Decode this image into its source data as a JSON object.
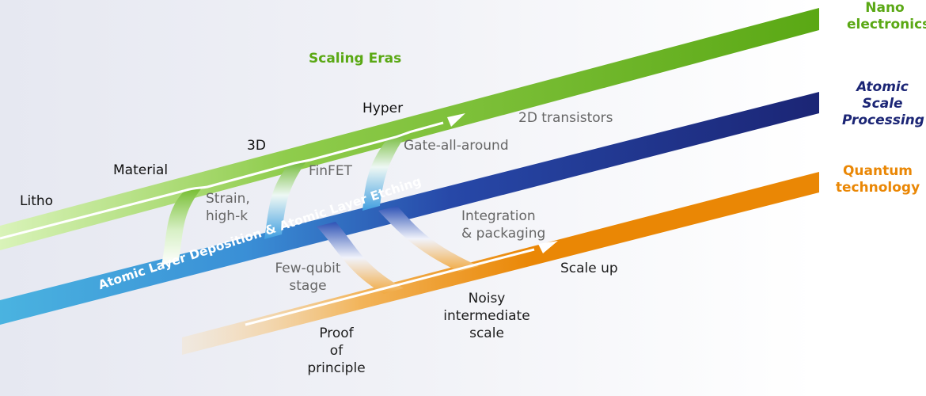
{
  "title": "Scaling Eras",
  "tracks": {
    "nano": "Nano\nelectronics",
    "atomic": "Atomic\nScale\nProcessing",
    "quantum": "Quantum\ntechnology"
  },
  "band_label": "Atomic Layer Deposition & Atomic Layer Etching",
  "eras": [
    "Litho",
    "Material",
    "3D",
    "Hyper"
  ],
  "technologies": {
    "strain": "Strain,\nhigh-k",
    "finfet": "FinFET",
    "gaa": "Gate-all-around",
    "transistors2d": "2D transistors",
    "integration": "Integration\n& packaging",
    "fewqubit": "Few-qubit\nstage"
  },
  "quantum_stages": {
    "proof": "Proof\nof\nprinciple",
    "noisy": "Noisy\nintermediate\nscale",
    "scaleup": "Scale up"
  },
  "colors": {
    "nano": "#5aa814",
    "atomic_dark": "#1b2575",
    "atomic_light": "#4ab3e0",
    "quantum": "#ea8705"
  }
}
